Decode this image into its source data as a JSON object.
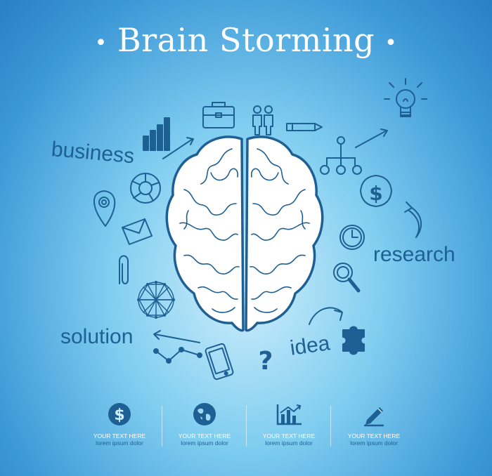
{
  "title": "Brain Storming",
  "title_dot": "•",
  "labels": {
    "business": "business",
    "research": "research",
    "solution": "solution",
    "idea": "idea"
  },
  "footer": [
    {
      "icon": "dollar-icon",
      "heading": "YOUR TEXT HERE",
      "sub": "lorem ipsum dolor"
    },
    {
      "icon": "globe-icon",
      "heading": "YOUR TEXT HERE",
      "sub": "lorem ipsum dolor"
    },
    {
      "icon": "bar-chart-icon",
      "heading": "YOUR TEXT HERE",
      "sub": "lorem ipsum dolor"
    },
    {
      "icon": "pencil-icon",
      "heading": "YOUR TEXT HERE",
      "sub": "lorem ipsum dolor"
    }
  ],
  "colors": {
    "ink": "#1e5f94",
    "brain_fill": "#ffffff",
    "background_center": "#cfeefb",
    "background_edge": "#2b7fc4"
  },
  "icons": [
    "briefcase-icon",
    "people-icon",
    "pencil-icon",
    "lightbulb-icon",
    "bar-chart-icon",
    "network-icon",
    "donut-chart-icon",
    "dollar-badge-icon",
    "map-pin-icon",
    "curved-arrow-icon",
    "envelope-icon",
    "clock-icon",
    "paperclip-icon",
    "magnifier-icon",
    "globe-mesh-icon",
    "arrow-icon",
    "puzzle-icon",
    "line-graph-icon",
    "smartphone-icon",
    "question-mark-icon",
    "brain-icon"
  ]
}
